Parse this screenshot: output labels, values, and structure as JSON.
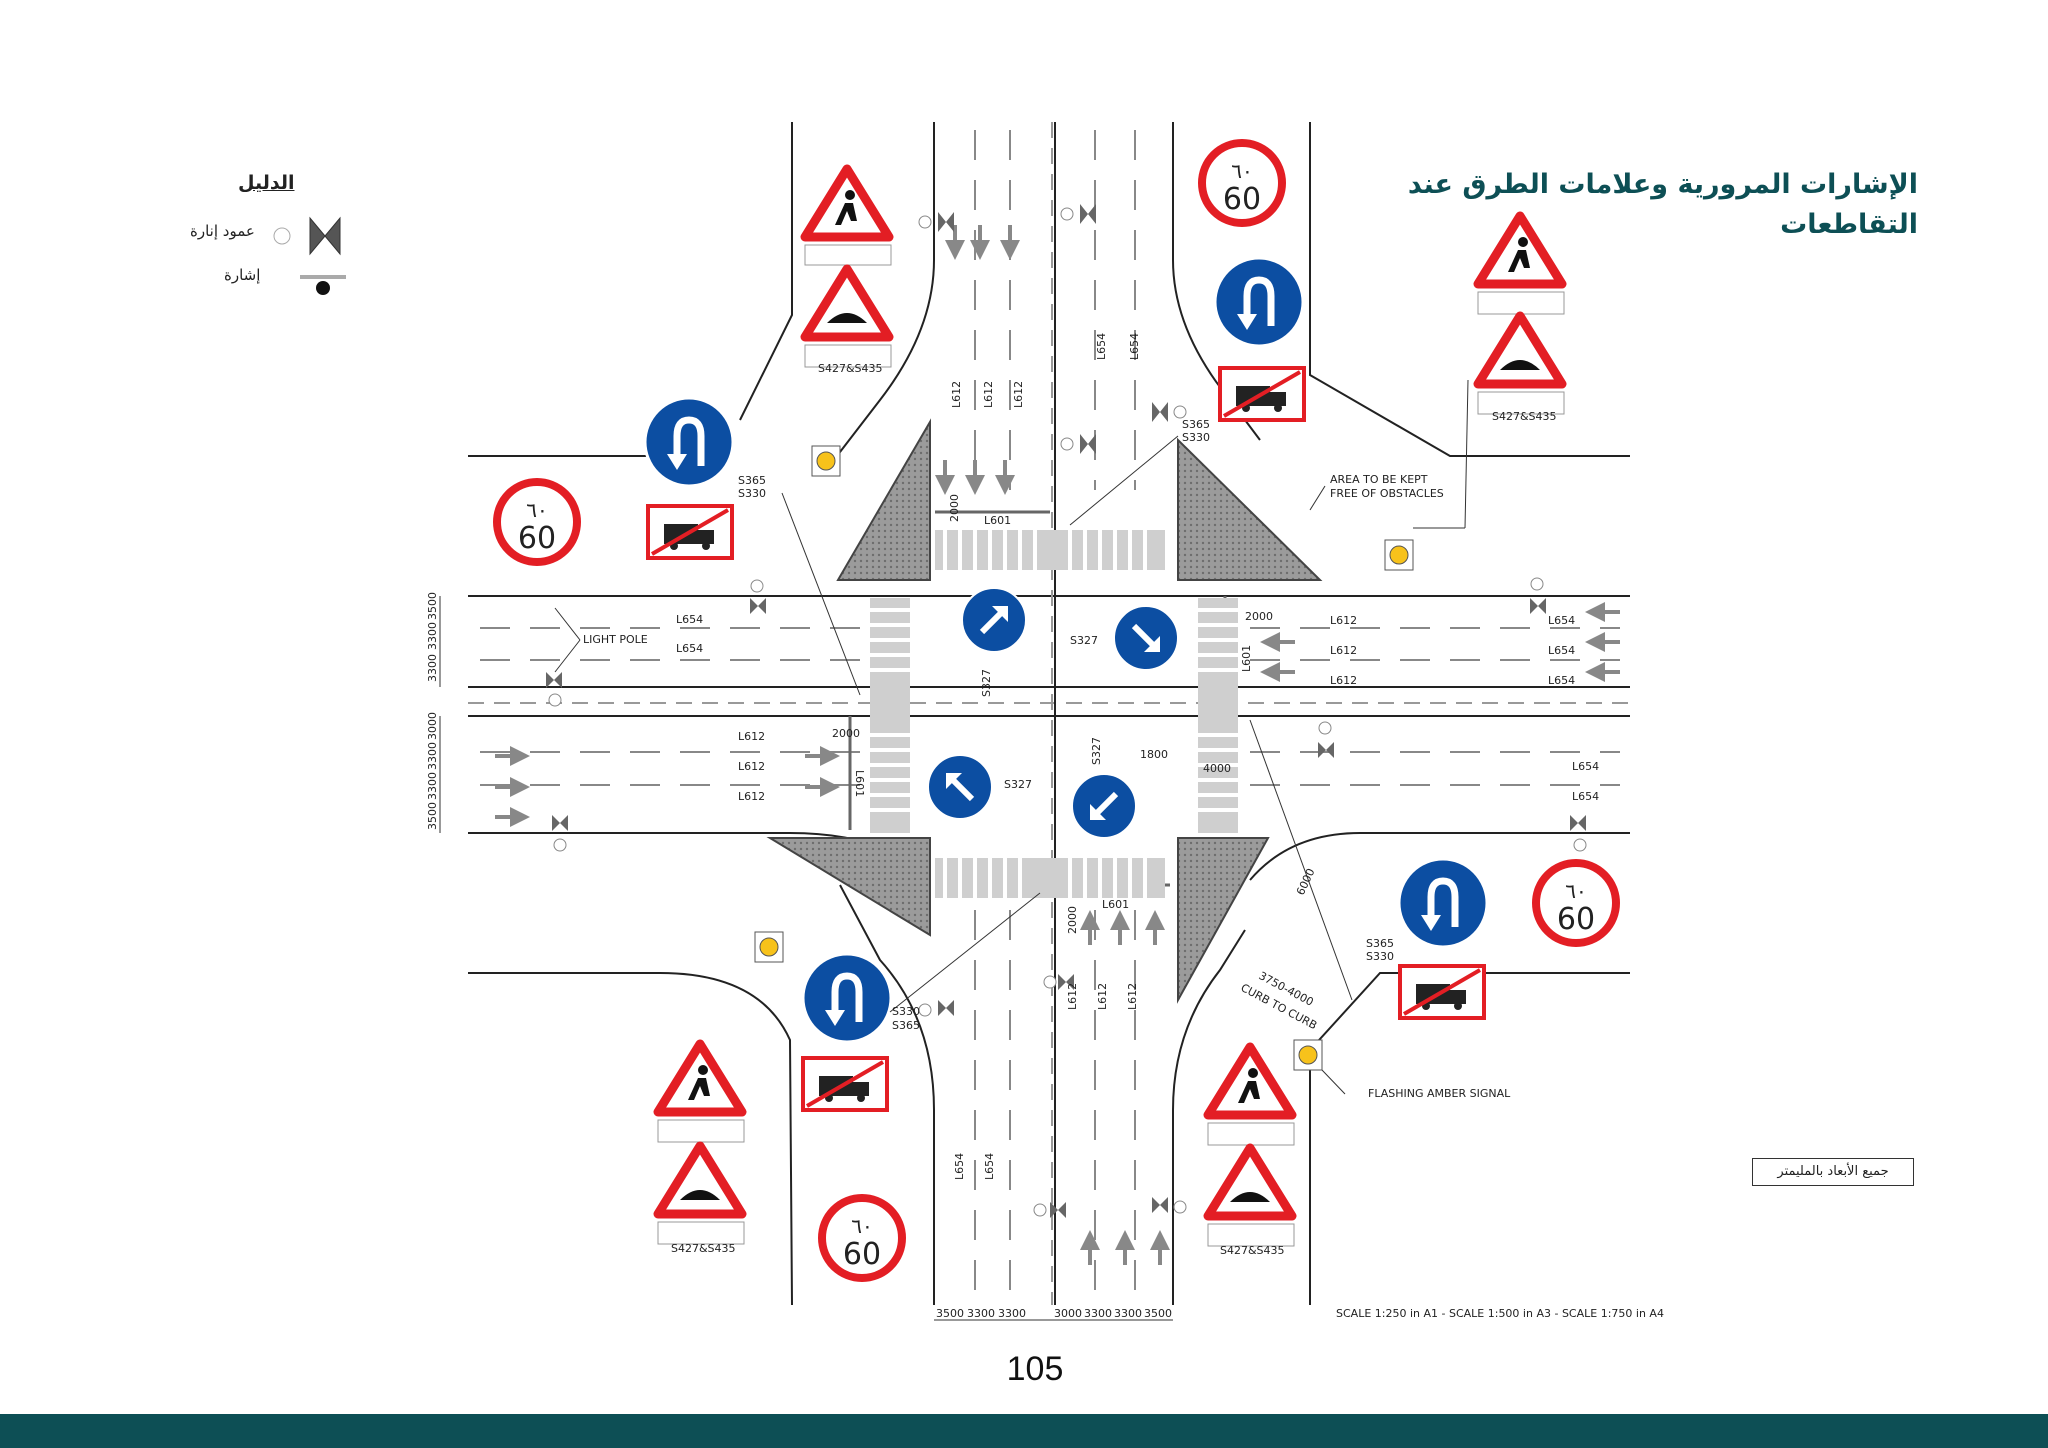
{
  "title": "الإشارات المرورية وعلامات الطرق عند التقاطعات",
  "legend": {
    "title": "الدليل",
    "light_pole": "عمود إنارة",
    "sign": "إشارة"
  },
  "units_note": "جميع الأبعاد بالمليمتر",
  "scale_note": "SCALE 1:250 in A1 - SCALE 1:500 in A3 - SCALE 1:750 in A4",
  "page_number": "105",
  "labels": {
    "light_pole": "LIGHT POLE",
    "area_kept_free_1": "AREA TO BE KEPT",
    "area_kept_free_2": "FREE OF OBSTACLES",
    "flashing_amber": "FLASHING AMBER SIGNAL",
    "curb_1": "3750-4000",
    "curb_2": "CURB TO CURB",
    "ped_sign_code": "S427&S435",
    "s365": "S365",
    "s330": "S330",
    "s327": "S327",
    "l601": "L601",
    "l612": "L612",
    "l654": "L654",
    "d2000": "2000",
    "d1800": "1800",
    "d4000": "4000",
    "d6000": "6000"
  },
  "speed_limit": {
    "arabic": "٦٠",
    "value": "60"
  },
  "dimensions": {
    "left_top": [
      "3500",
      "3300",
      "3300"
    ],
    "left_bottom": [
      "3000",
      "3300",
      "3300",
      "3500"
    ],
    "bottom_left": [
      "3500",
      "3300",
      "3300"
    ],
    "bottom_right": [
      "3000",
      "3300",
      "3300",
      "3500"
    ]
  },
  "colors": {
    "brand": "#0d4f55",
    "sign_red": "#e31e24",
    "sign_blue": "#0c4ea2",
    "amber": "#f7c21b",
    "island": "#9e9e9e",
    "crosswalk": "#cfcfcf"
  }
}
